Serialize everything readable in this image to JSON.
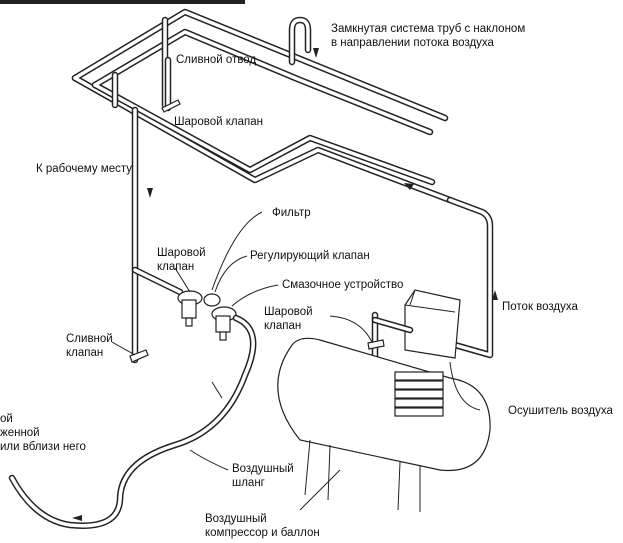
{
  "labels": {
    "loop": "Замкнутая система труб с наклоном\nв направлении потока воздуха",
    "drain_branch": "Сливной отвод",
    "ball_valve_top": "Шаровой клапан",
    "to_workplace": "К рабочему месту",
    "filter": "Фильтр",
    "ball_valve_mid": "Шаровой\nклапан",
    "regulator": "Регулирующий клапан",
    "lubricator": "Смазочное устройство",
    "ball_valve_right": "Шаровой\nклапан",
    "airflow": "Поток воздуха",
    "drain_valve": "Сливной\nклапан",
    "cutoff_text": "ой\nженной\nили вблизи него",
    "dryer": "Осушитель воздуха",
    "hose": "Воздушный\nшланг",
    "compressor": "Воздушный\nкомпрессор и баллон"
  }
}
